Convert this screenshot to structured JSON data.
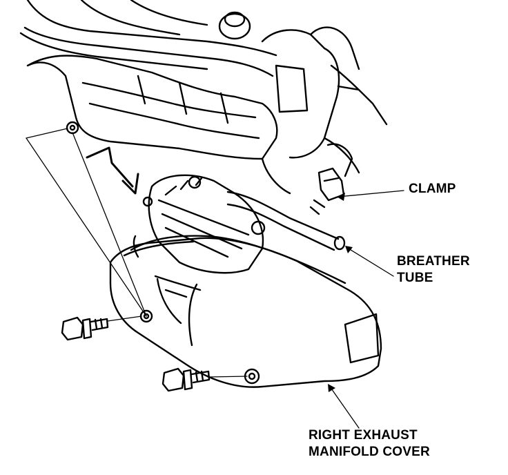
{
  "labels": {
    "clamp": "CLAMP",
    "breather_tube": [
      "BREATHER",
      "TUBE"
    ],
    "right_exhaust_manifold_cover": [
      "RIGHT EXHAUST",
      "MANIFOLD COVER"
    ]
  },
  "colors": {
    "ink": "#000000",
    "paper": "#ffffff"
  }
}
